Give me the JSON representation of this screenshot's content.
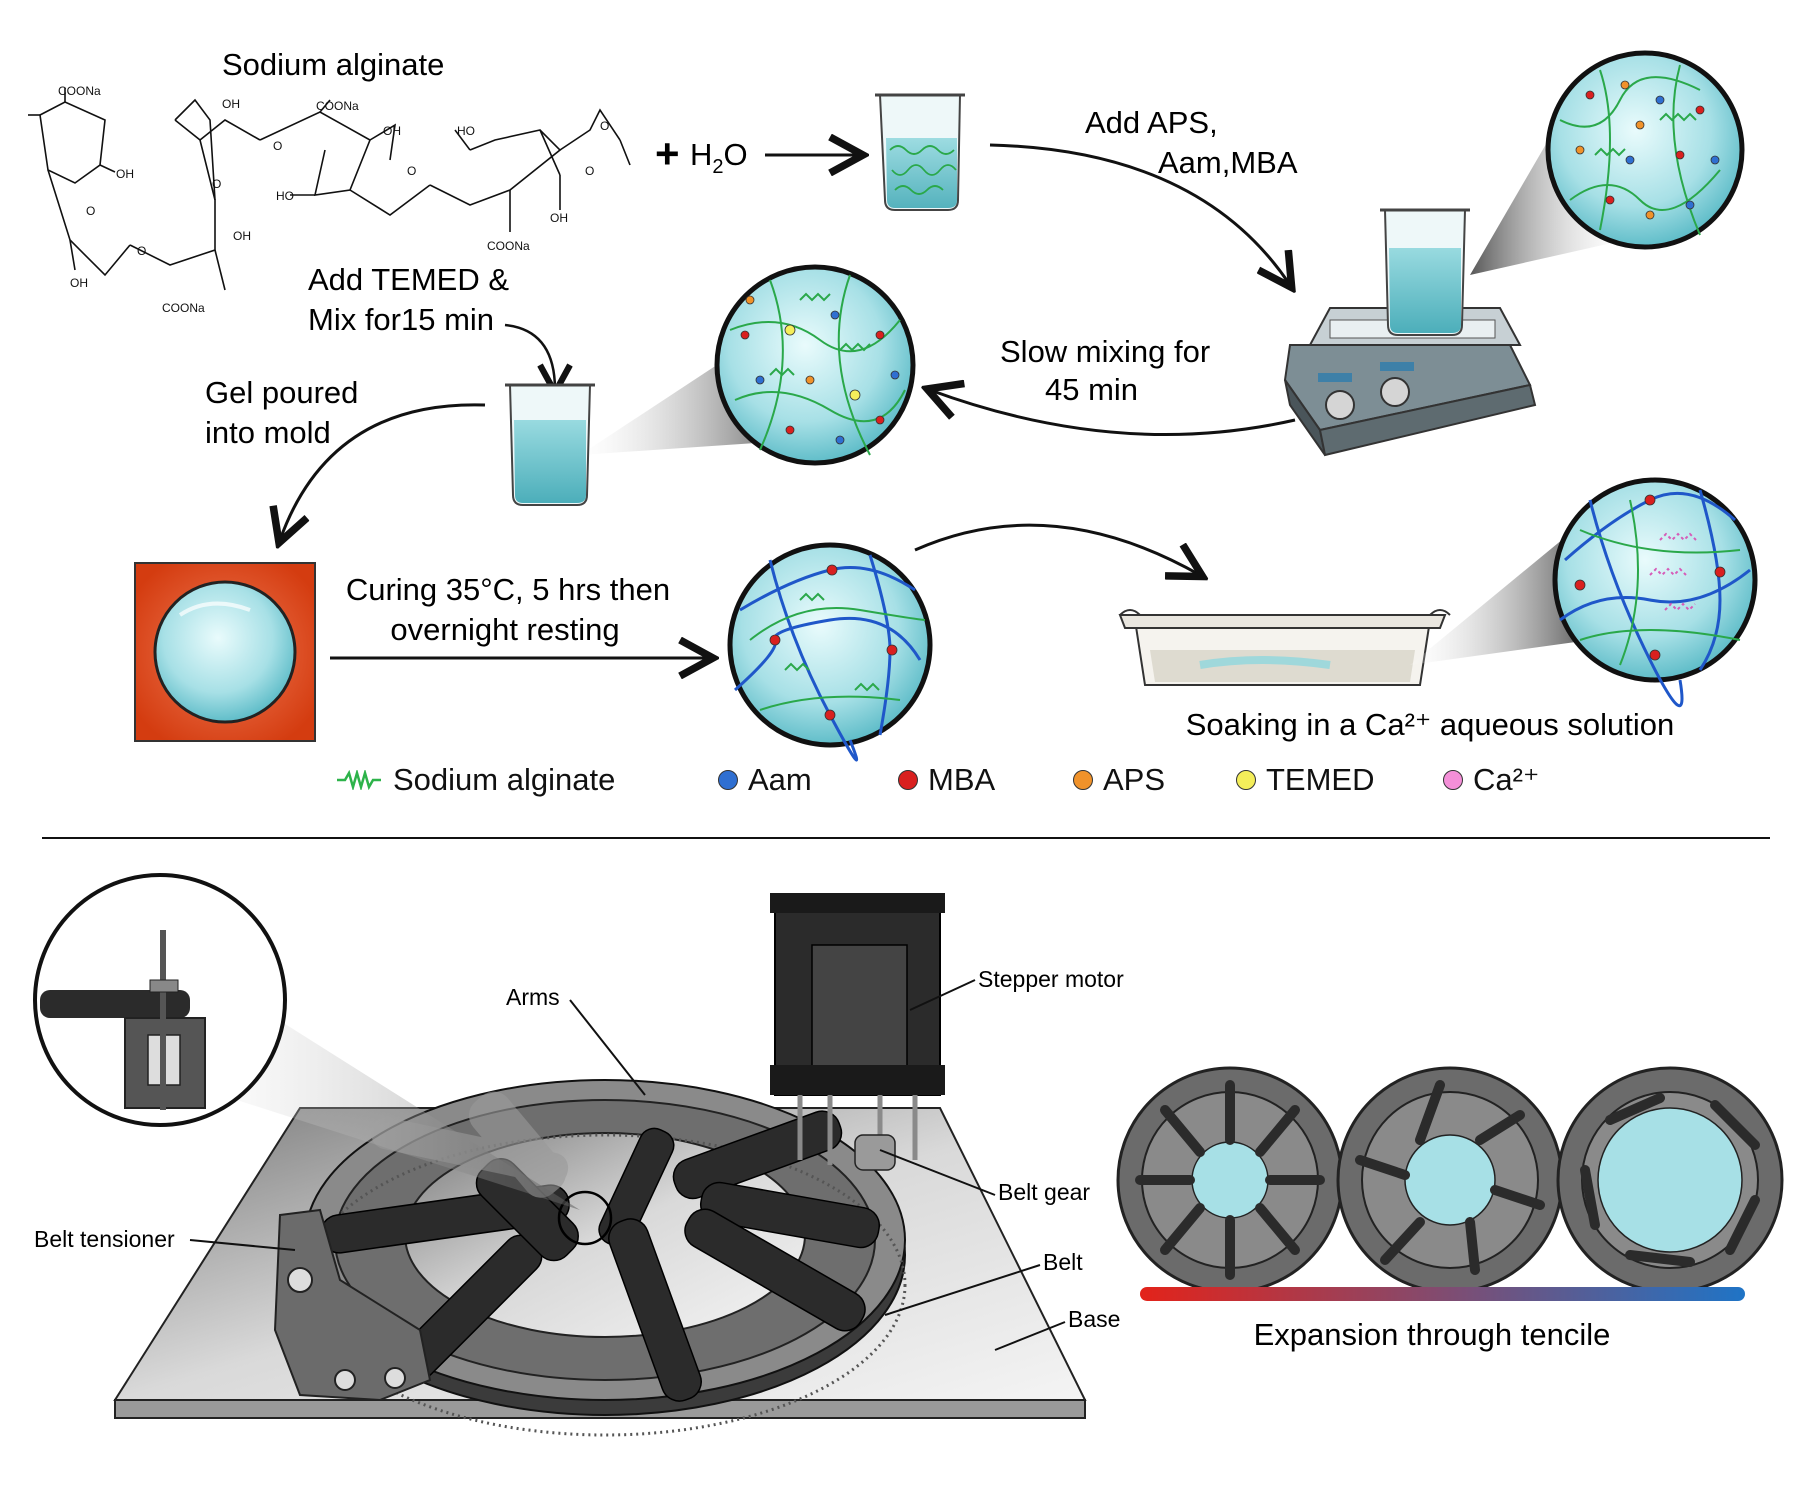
{
  "top": {
    "alginate_title": "Sodium alginate",
    "water": {
      "plus": "+",
      "h": "H",
      "sub": "2",
      "o": "O"
    },
    "step_add_aps": [
      "Add APS,",
      "Aam,MBA"
    ],
    "step_slow_mix": [
      "Slow mixing for",
      "45 min"
    ],
    "step_temed": [
      "Add TEMED &",
      "Mix for15 min"
    ],
    "step_pour": [
      "Gel poured",
      "into mold"
    ],
    "step_cure": [
      "Curing 35°C, 5 hrs then",
      "overnight resting"
    ],
    "step_soak": "Soaking in a Ca²⁺ aqueous solution",
    "chem_labels": {
      "coona": "COONa",
      "oh": "OH",
      "ho": "HO",
      "o": "O"
    }
  },
  "legend": [
    {
      "label": "Sodium alginate",
      "kind": "zigzag",
      "color": "#2db34a"
    },
    {
      "label": "Aam",
      "kind": "dot",
      "color": "#2f6fd1"
    },
    {
      "label": "MBA",
      "kind": "dot",
      "color": "#d9201f"
    },
    {
      "label": "APS",
      "kind": "dot",
      "color": "#f0922a"
    },
    {
      "label": "TEMED",
      "kind": "dot",
      "color": "#f4ee5a"
    },
    {
      "label": "Ca²⁺",
      "kind": "dot",
      "color": "#f48fd8"
    }
  ],
  "bottom": {
    "labels": {
      "arms": "Arms",
      "stepper": "Stepper motor",
      "belt_gear": "Belt gear",
      "belt_tensioner": "Belt tensioner",
      "belt": "Belt",
      "base": "Base"
    },
    "expansion": "Expansion through tencile",
    "gradient": {
      "from": "#e3231a",
      "to": "#1f74c6"
    }
  },
  "colors": {
    "gel": "#a7e0e6",
    "gel_dark": "#4fb5c2",
    "network": "#2aa84a",
    "crosslink_blue": "#1f57c9",
    "mold": "#e04a1b",
    "metal_dark": "#2b2b2b",
    "metal_mid": "#7d7d7d",
    "metal_light": "#cfcfcf"
  }
}
